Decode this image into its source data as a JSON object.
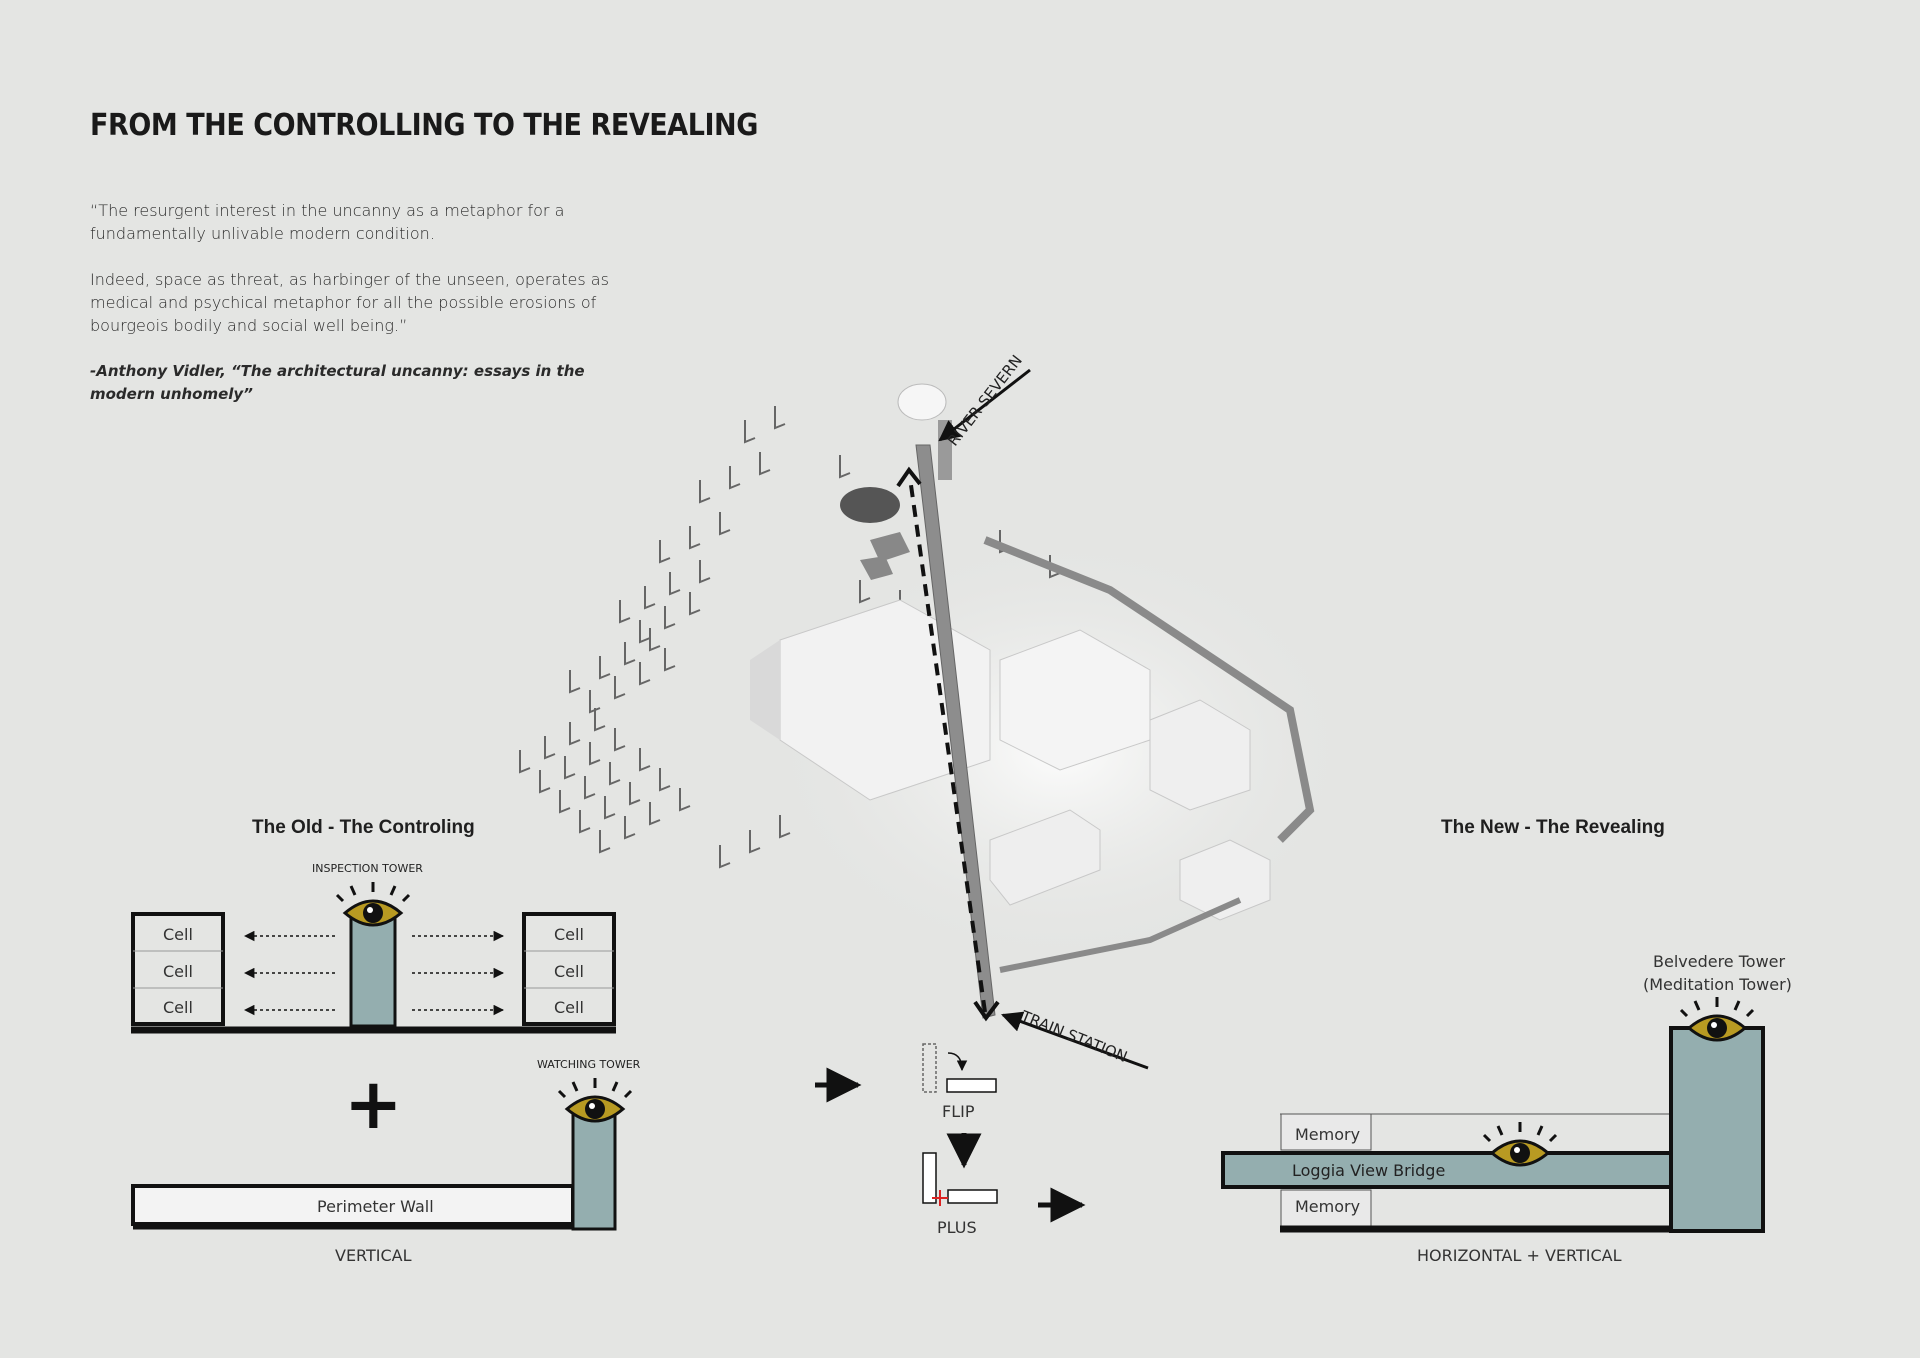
{
  "title": "FROM THE CONTROLLING TO THE REVEALING",
  "quote": {
    "paragraph1": "“The resurgent interest in the uncanny as a metaphor for a fundamentally unlivable modern condition.",
    "paragraph2": "Indeed, space as threat, as harbinger of the unseen, operates as medical and psychical metaphor for all the possible erosions of bourgeois bodily and social well being.”",
    "attribution": "-Anthony Vidler, “The architectural uncanny: essays in the modern unhomely”"
  },
  "site": {
    "river_label": "RIVER SEVERN",
    "station_label": "TRAIN STATION"
  },
  "old": {
    "heading": "The Old - The Controling",
    "inspection_tower_label": "INSPECTION TOWER",
    "cell_label": "Cell",
    "watching_tower_label": "WATCHING TOWER",
    "plus_symbol": "+",
    "perimeter_wall_label": "Perimeter Wall",
    "caption": "VERTICAL"
  },
  "operations": {
    "flip_label": "FLIP",
    "plus_label": "PLUS"
  },
  "new": {
    "heading": "The New - The Revealing",
    "tower_label_line1": "Belvedere Tower",
    "tower_label_line2": "(Meditation Tower)",
    "memory_label": "Memory",
    "bridge_label": "Loggia View Bridge",
    "caption": "HORIZONTAL + VERTICAL"
  },
  "colors": {
    "background": "#e4e5e3",
    "tower_fill": "#94aeaf",
    "eye_fill": "#b89a22",
    "ink": "#111111"
  }
}
